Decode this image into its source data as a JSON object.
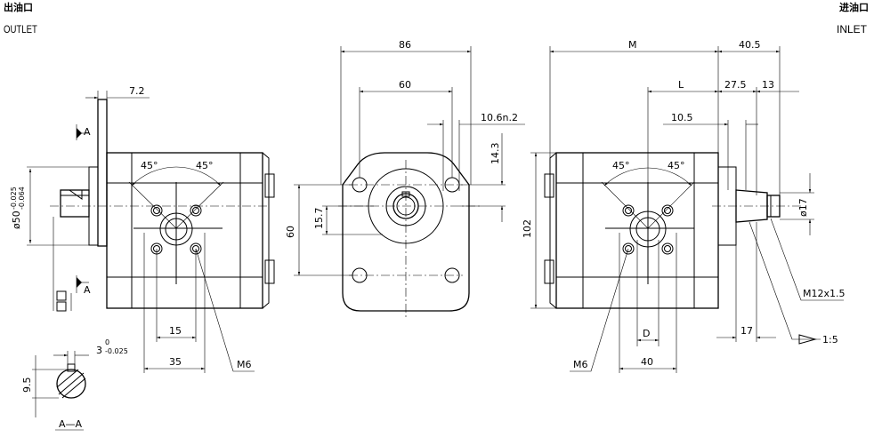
{
  "corners": {
    "outlet_cn": "出油口",
    "outlet_en": "OUTLET",
    "inlet_cn": "进油口",
    "inlet_en": "INLET"
  },
  "dims": {
    "d7_2": "7.2",
    "sec_a": "A",
    "shaft_dia": "ø50",
    "shaft_tol_up": "-0.025",
    "shaft_tol_lo": "-0.064",
    "ang_45": "45°",
    "d15": "15",
    "d35": "35",
    "m6": "M6",
    "key_w": "3",
    "key_tol_up": "0",
    "key_tol_lo": "-0.025",
    "key_h": "9.5",
    "sec_aa": "A—A",
    "d86": "86",
    "d60": "60",
    "d10_6": "10.6n.2",
    "d14_3": "14.3",
    "d15_7": "15.7",
    "d60v": "60",
    "dM": "M",
    "d40_5": "40.5",
    "dL": "L",
    "d27_5": "27.5",
    "d13": "13",
    "d10_5": "10.5",
    "d102": "102",
    "dia17": "ø17",
    "m12": "M12x1.5",
    "d17": "17",
    "taper": "1:5",
    "dD": "D",
    "d40": "40"
  }
}
